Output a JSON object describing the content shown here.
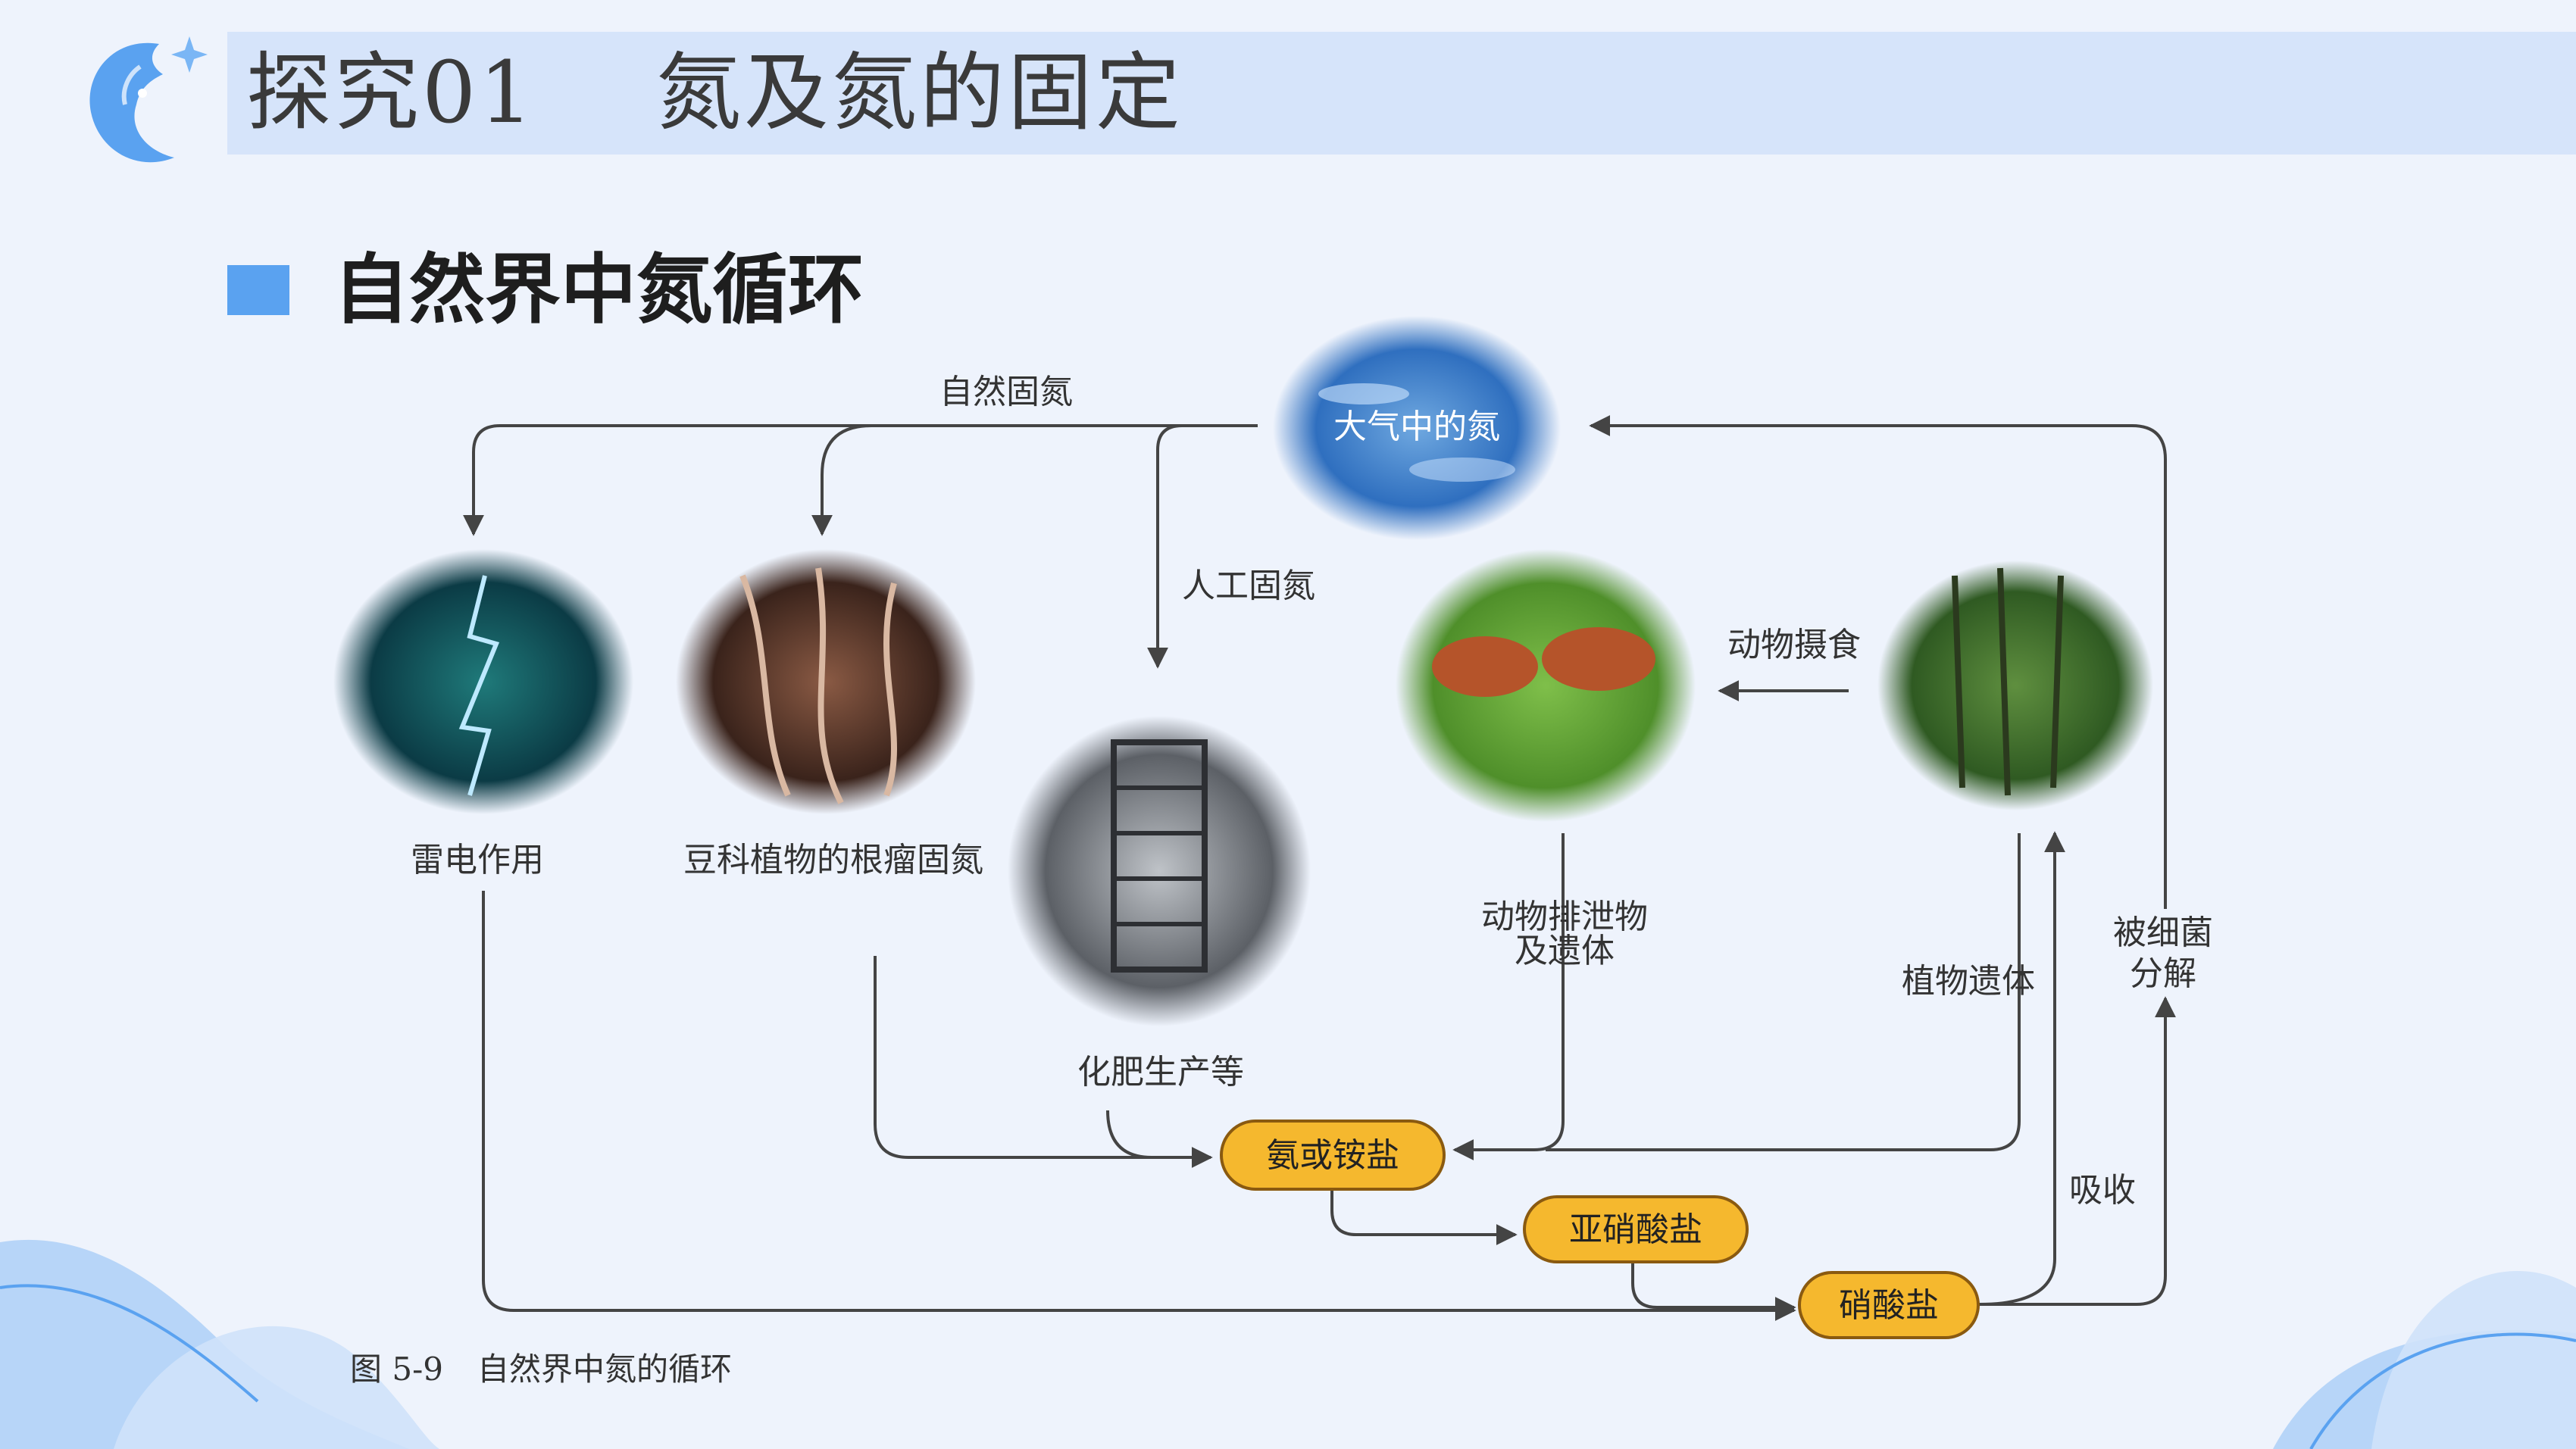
{
  "header": {
    "title": "探究01    氮及氮的固定"
  },
  "section": {
    "title": "自然界中氮循环"
  },
  "diagram": {
    "nodes": {
      "atmosphere": "大气中的氮",
      "lightning": "雷电作用",
      "nodules": "豆科植物的根瘤固氮",
      "factory": "化肥生产等",
      "cattle": "动物排泄物",
      "cattle2": "及遗体",
      "forest": "植物遗体",
      "ammonia": "氨或铵盐",
      "nitrite": "亚硝酸盐",
      "nitrate": "硝酸盐"
    },
    "edge_labels": {
      "natural_fixation": "自然固氮",
      "artificial_fixation": "人工固氮",
      "animal_feeding": "动物摄食",
      "bacteria1": "被细菌",
      "bacteria2": "分解",
      "absorb": "吸收"
    },
    "caption_num": "图 5-9",
    "caption_text": "自然界中氮的循环"
  },
  "colors": {
    "pill": "#f5b82e",
    "accent": "#5aa2f0",
    "title_bar": "#d6e4fa"
  }
}
